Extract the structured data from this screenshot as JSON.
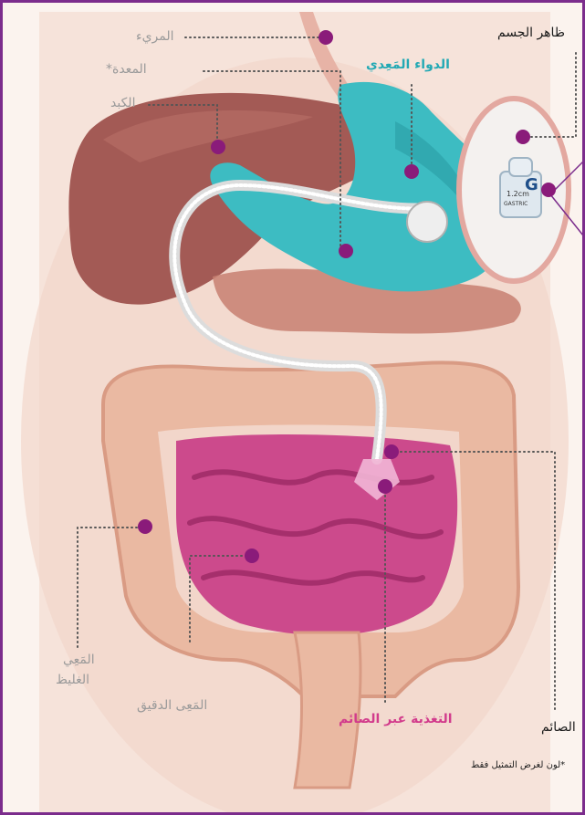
{
  "colors": {
    "frame": "#7b2c8c",
    "marker": "#8a1b7a",
    "stomach": "#3dbcc2",
    "liver": "#a35a55",
    "colon": "#eab9a2",
    "small_intestine": "#cc4a8c",
    "label_grey": "#9a9a9a",
    "label_teal": "#23a9b4",
    "label_pink": "#d23c8c"
  },
  "labels": {
    "esophagus": "المريء",
    "stomach": "المعدة*",
    "liver": "الكبد",
    "body_surface": "ظاهر الجسم",
    "gastric_medication": "الدواء المَعِدي",
    "large_intestine_line1": "المَعِي",
    "large_intestine_line2": "الغليظ",
    "small_intestine": "المَعِى الدقيق",
    "jejunal_feeding": "التغذية عبر الصائم",
    "jejunum": "الصائم",
    "color_note": "*لون لغرض التمثيل فقط"
  },
  "device": {
    "size_text": "1.2cm",
    "letter": "G",
    "port_text": "GASTRIC"
  }
}
